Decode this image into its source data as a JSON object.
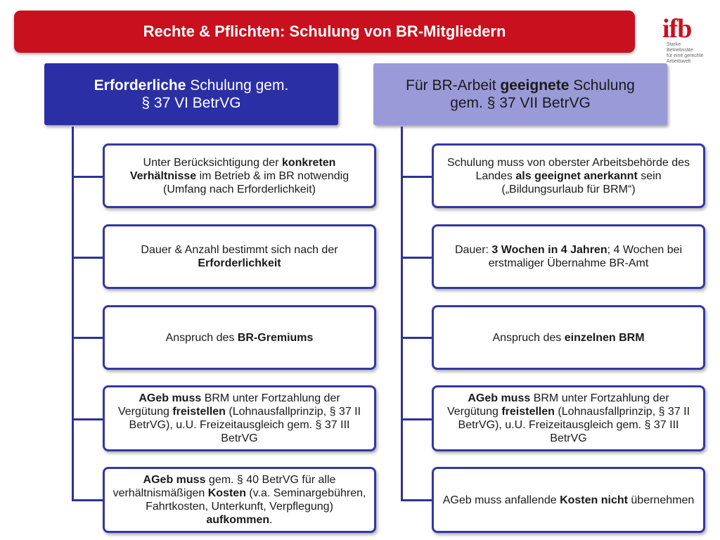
{
  "title": "Rechte & Pflichten: Schulung von BR-Mitgliedern",
  "logo": {
    "word": "ifb",
    "tagline": [
      "Starke Betriebsräte",
      "für eine gerechte",
      "Arbeitswelt"
    ]
  },
  "colors": {
    "title_bar": "#c8101e",
    "left_header": "#2b2fa6",
    "right_header": "#9a9ad9",
    "card_border": "#3537a5"
  },
  "left": {
    "header": {
      "bold": "Erforderliche",
      "rest": " Schulung gem.",
      "line2": "§ 37 VI BetrVG"
    },
    "cards": [
      {
        "segments": [
          "Unter Berücksichtigung der ",
          "konkreten Verhältnisse",
          " im Betrieb & im BR notwendig (Umfang nach Erforderlichkeit)"
        ]
      },
      {
        "segments": [
          "Dauer & Anzahl bestimmt sich nach der ",
          "Erforderlichkeit",
          ""
        ]
      },
      {
        "segments": [
          "Anspruch des ",
          "BR-Gremiums",
          ""
        ]
      },
      {
        "segments": [
          "",
          "AGeb muss",
          " BRM unter Fortzahlung der Vergütung ",
          "freistellen",
          " (Lohnausfallprinzip, § 37 II BetrVG), u.U. Freizeitausgleich gem. § 37 III BetrVG"
        ]
      },
      {
        "segments": [
          "",
          "AGeb muss",
          " gem. § 40 BetrVG für alle verhältnismäßigen ",
          "Kosten",
          " (v.a. Seminargebühren, Fahrtkosten, Unterkunft, Verpflegung) ",
          "aufkommen",
          "."
        ]
      }
    ]
  },
  "right": {
    "header": {
      "pre": "Für BR-Arbeit ",
      "bold": "geeignete",
      "post": " Schulung",
      "line2": "gem. § 37 VII BetrVG"
    },
    "cards": [
      {
        "segments": [
          "Schulung muss von oberster Arbeitsbehörde des Landes ",
          "als geeignet anerkannt",
          " sein („Bildungsurlaub für BRM“)"
        ]
      },
      {
        "segments": [
          "Dauer: ",
          "3 Wochen in 4 Jahren",
          "; 4 Wochen bei erstmaliger Übernahme BR-Amt"
        ]
      },
      {
        "segments": [
          "Anspruch des ",
          "einzelnen BRM",
          ""
        ]
      },
      {
        "segments": [
          "",
          "AGeb muss",
          " BRM unter Fortzahlung der Vergütung ",
          "freistellen",
          " (Lohnausfallprinzip, § 37 II BetrVG), u.U. Freizeitausgleich gem. § 37 III BetrVG"
        ]
      },
      {
        "segments": [
          "AGeb muss anfallende ",
          "Kosten nicht",
          " übernehmen"
        ]
      }
    ]
  }
}
